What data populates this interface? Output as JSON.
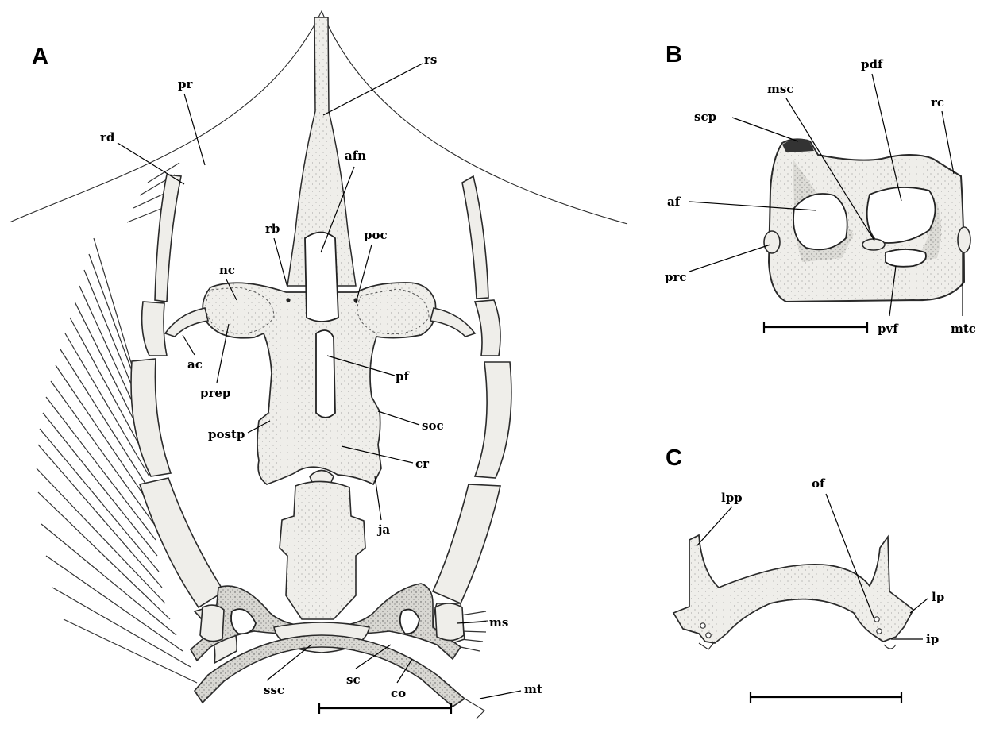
{
  "panels": {
    "a": "A",
    "b": "B",
    "c": "C"
  },
  "labels_a": {
    "rs": "rs",
    "pr": "pr",
    "rd": "rd",
    "afn": "afn",
    "rb": "rb",
    "poc": "poc",
    "nc": "nc",
    "ac": "ac",
    "prep": "prep",
    "pf": "pf",
    "postp": "postp",
    "soc": "soc",
    "cr": "cr",
    "ja": "ja",
    "ms": "ms",
    "ssc": "ssc",
    "sc": "sc",
    "co": "co",
    "mt": "mt"
  },
  "labels_b": {
    "msc": "msc",
    "pdf": "pdf",
    "rc": "rc",
    "scp": "scp",
    "af": "af",
    "prc": "prc",
    "pvf": "pvf",
    "mtc": "mtc"
  },
  "labels_c": {
    "lpp": "lpp",
    "of": "of",
    "lp": "lp",
    "ip": "ip"
  }
}
